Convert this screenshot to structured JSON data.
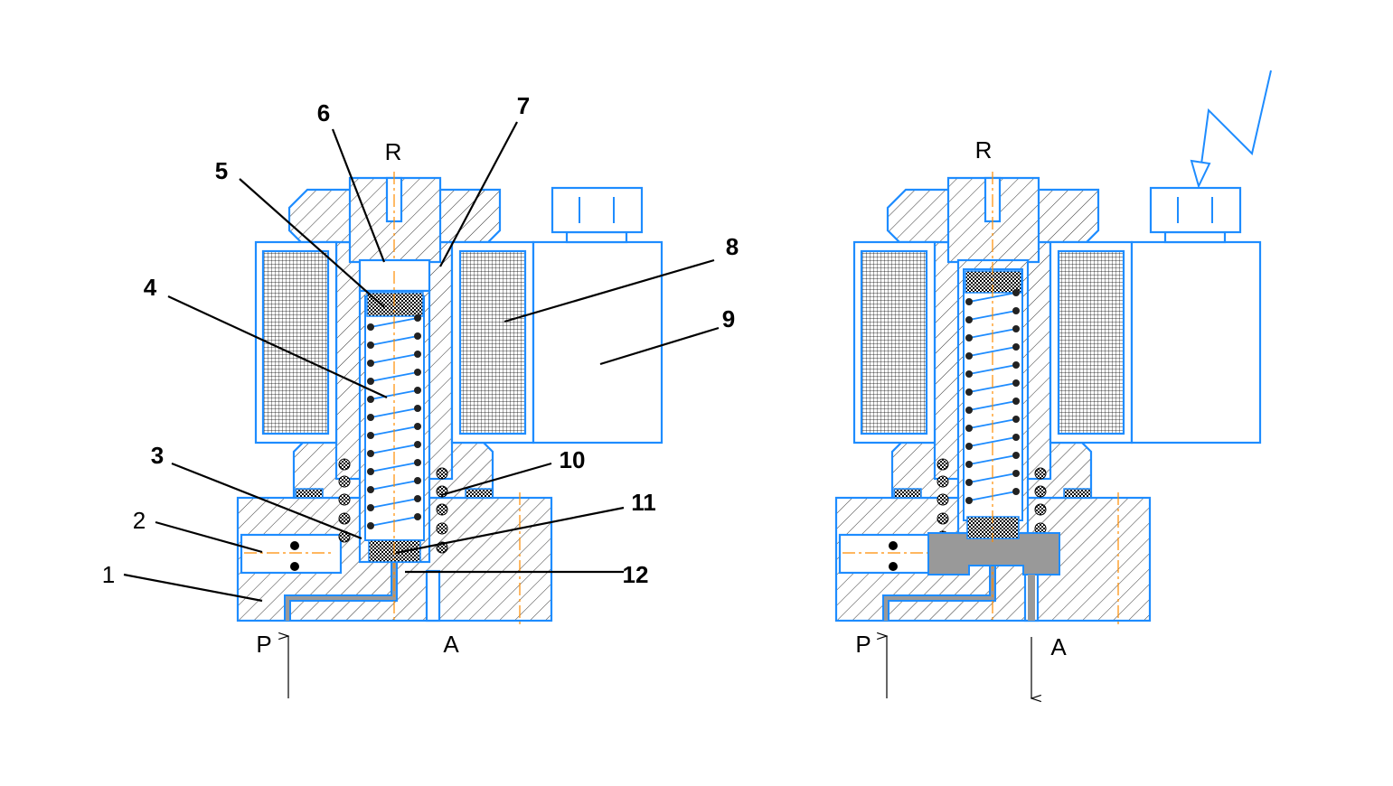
{
  "left_valve": {
    "callouts": [
      "1",
      "2",
      "3",
      "4",
      "5",
      "6",
      "7",
      "8",
      "9",
      "10",
      "11",
      "12"
    ],
    "ports": {
      "top": "R",
      "inlet": "P",
      "outlet": "A"
    }
  },
  "right_valve": {
    "ports": {
      "top": "R",
      "inlet": "P",
      "outlet": "A"
    },
    "energized_indicator": "lightning-arrow-icon"
  },
  "colors": {
    "outline": "#1e8cff",
    "centerline": "#ff8c00",
    "fluid": "#999999",
    "leader": "#000000"
  }
}
